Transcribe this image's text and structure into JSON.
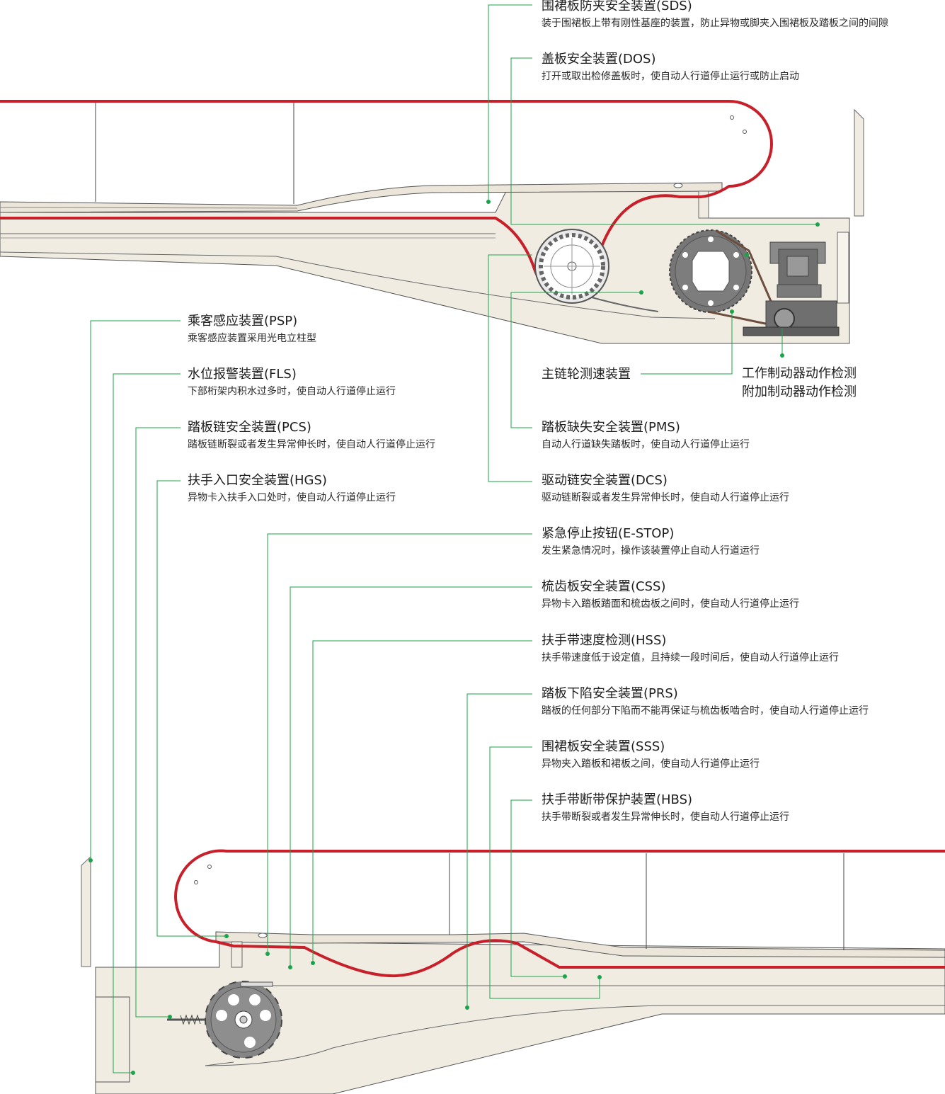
{
  "colors": {
    "accent_green": "#1aa34a",
    "handrail_red": "#c8202a",
    "truss_fill": "#f1ece2",
    "machine_gray": "#707070"
  },
  "labels": {
    "sds": {
      "title": "围裙板防夹安全装置(SDS)",
      "desc": "装于围裙板上带有刚性基座的装置，防止异物或脚夹入围裙板及踏板之间的间隙"
    },
    "dos": {
      "title": "盖板安全装置(DOS)",
      "desc": "打开或取出检修盖板时，使自动人行道停止运行或防止启动"
    },
    "psp": {
      "title": "乘客感应装置(PSP)",
      "desc": "乘客感应装置采用光电立柱型"
    },
    "fls": {
      "title": "水位报警装置(FLS)",
      "desc": "下部桁架内积水过多时，使自动人行道停止运行"
    },
    "pcs": {
      "title": "踏板链安全装置(PCS)",
      "desc": "踏板链断裂或者发生异常伸长时，使自动人行道停止运行"
    },
    "hgs": {
      "title": "扶手入口安全装置(HGS)",
      "desc": "异物卡入扶手入口处时，使自动人行道停止运行"
    },
    "speed": {
      "title": "主链轮测速装置"
    },
    "brake": {
      "line1": "工作制动器动作检测",
      "line2": "附加制动器动作检测"
    },
    "pms": {
      "title": "踏板缺失安全装置(PMS)",
      "desc": "自动人行道缺失踏板时，使自动人行道停止运行"
    },
    "dcs": {
      "title": "驱动链安全装置(DCS)",
      "desc": "驱动链断裂或者发生异常伸长时，使自动人行道停止运行"
    },
    "estop": {
      "title": "紧急停止按钮(E-STOP)",
      "desc": "发生紧急情况时，操作该装置停止自动人行道运行"
    },
    "css": {
      "title": "梳齿板安全装置(CSS)",
      "desc": "异物卡入踏板踏面和梳齿板之间时，使自动人行道停止运行"
    },
    "hss": {
      "title": "扶手带速度检测(HSS)",
      "desc": "扶手带速度低于设定值，且持续一段时间后，使自动人行道停止运行"
    },
    "prs": {
      "title": "踏板下陷安全装置(PRS)",
      "desc": "踏板的任何部分下陷而不能再保证与梳齿板啮合时，使自动人行道停止运行"
    },
    "sss": {
      "title": "围裙板安全装置(SSS)",
      "desc": "异物夹入踏板和裙板之间，使自动人行道停止运行"
    },
    "hbs": {
      "title": "扶手带断带保护装置(HBS)",
      "desc": "扶手带断裂或者发生异常伸长时，使自动人行道停止运行"
    }
  }
}
